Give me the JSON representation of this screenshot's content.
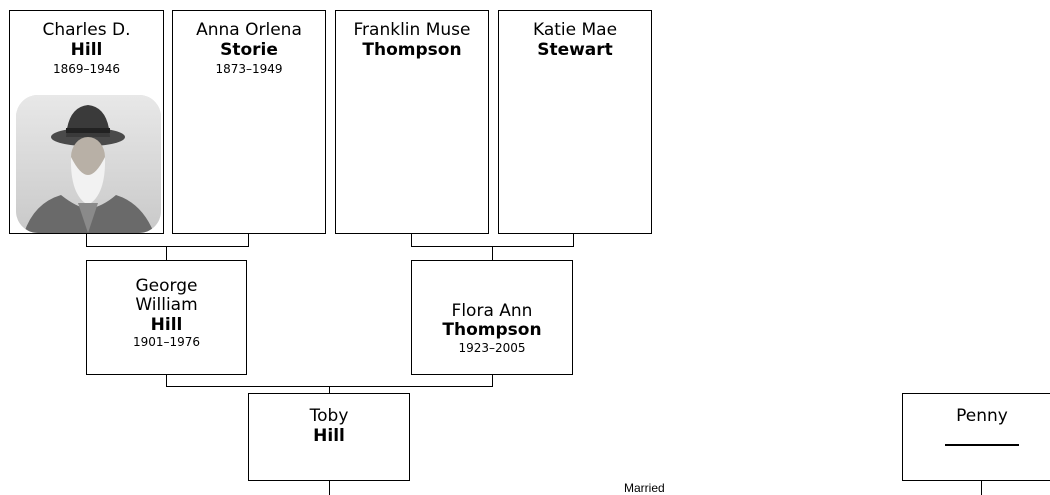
{
  "people": {
    "charles": {
      "given": "Charles D.",
      "surname": "Hill",
      "years": "1869–1946"
    },
    "anna": {
      "given": "Anna Orlena",
      "surname": "Storie",
      "years": "1873–1949"
    },
    "franklin": {
      "given": "Franklin Muse",
      "surname": "Thompson",
      "years": ""
    },
    "katie": {
      "given": "Katie Mae",
      "surname": "Stewart",
      "years": ""
    },
    "george": {
      "given_line1": "George",
      "given_line2": "William",
      "surname": "Hill",
      "years": "1901–1976"
    },
    "flora": {
      "given": "Flora Ann",
      "surname": "Thompson",
      "years": "1923–2005"
    },
    "toby": {
      "given": "Toby",
      "surname": "Hill"
    },
    "penny": {
      "given": "Penny"
    }
  },
  "labels": {
    "married": "Married"
  },
  "colors": {
    "line": "#000000",
    "box_border": "#000000",
    "background": "#ffffff"
  }
}
